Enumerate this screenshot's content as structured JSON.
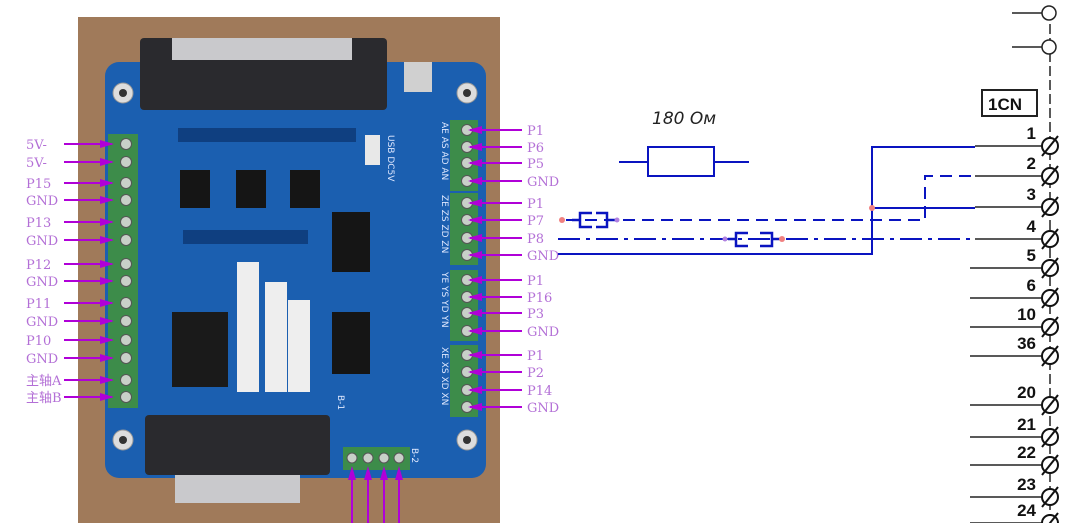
{
  "board": {
    "left_labels": [
      "5V-",
      "5V-",
      "P15",
      "GND",
      "P13",
      "GND",
      "P12",
      "GND",
      "P11",
      "GND",
      "P10",
      "GND",
      "主轴A",
      "主轴B"
    ],
    "right_labels": [
      "P1",
      "P6",
      "P5",
      "GND",
      "P1",
      "P7",
      "P8",
      "GND",
      "P1",
      "P16",
      "P3",
      "GND",
      "P1",
      "P2",
      "P14",
      "GND"
    ],
    "silk_usb": "USB DC5V",
    "silk_b1": "B-1",
    "silk_b2": "B-2",
    "silk_axes": [
      "AE AS AD AN",
      "ZE ZS ZD ZN",
      "YE YS YD YN",
      "XE XS XD XN"
    ]
  },
  "resistor": {
    "label": "180 Ом"
  },
  "connector": {
    "name": "1CN",
    "terminals": [
      "1",
      "2",
      "3",
      "4",
      "5",
      "6",
      "10",
      "36",
      "20",
      "21",
      "22",
      "23",
      "24"
    ]
  },
  "colors": {
    "wire": "#0a14c0",
    "arrow": "#b000d8",
    "board": "#1b5fb0",
    "terminal_block": "#3d8c4a",
    "wood": "#a07a5a"
  }
}
